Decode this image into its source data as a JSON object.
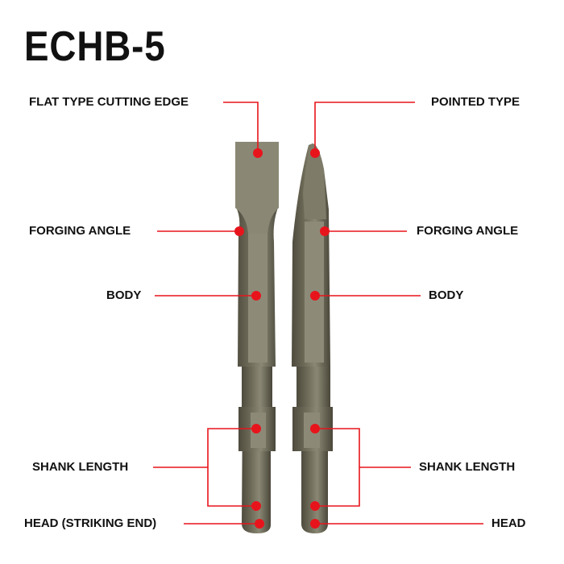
{
  "title": "ECHB-5",
  "labels": {
    "flat_type": "FLAT TYPE CUTTING EDGE",
    "pointed_type": "POINTED TYPE",
    "forging_angle_left": "FORGING ANGLE",
    "forging_angle_right": "FORGING ANGLE",
    "body_left": "BODY",
    "body_right": "BODY",
    "shank_left": "SHANK LENGTH",
    "shank_right": "SHANK LENGTH",
    "head_left": "HEAD (STRIKING END)",
    "head_right": "HEAD"
  },
  "colors": {
    "callout": "#e8141c",
    "steel_dark": "#5a5747",
    "steel_light": "#8c8a77"
  }
}
